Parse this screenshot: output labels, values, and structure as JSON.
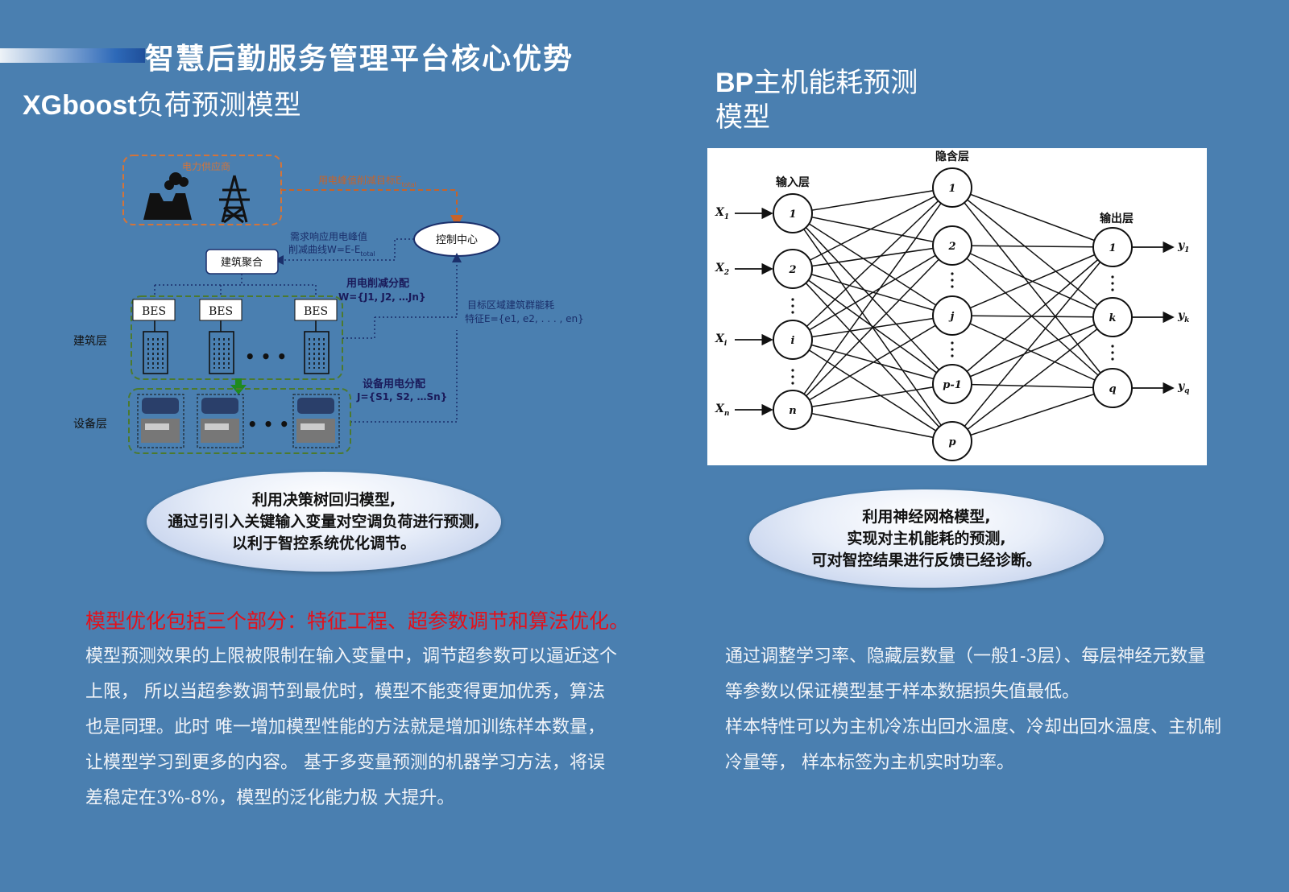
{
  "page": {
    "main_title": "智慧后勤服务管理平台核心优势",
    "colors": {
      "background": "#4a7fb0",
      "highlight_text": "#e3111b",
      "dashed_orange": "#d3743a",
      "dashed_green": "#4c7a2e"
    }
  },
  "left": {
    "title_latin": "XGboost",
    "title_cn": "负荷预测模型",
    "diagram": {
      "supplier_label": "电力供应商",
      "peak_target_label": "用电峰值削减目标E",
      "peak_target_sub": "total",
      "control_center": "控制中心",
      "demand_line1": "需求响应用电峰值",
      "demand_line2": "削减曲线W=E-E",
      "demand_sub": "total",
      "building_agg": "建筑聚合",
      "alloc_title": "用电削减分配",
      "alloc_formula": "W={J1, J2, …Jn}",
      "bes_label": "BES",
      "building_layer": "建筑层",
      "device_layer": "设备层",
      "energy_line1": "目标区域建筑群能耗",
      "energy_line2": "特征E={e1, e2, . . . , en}",
      "device_alloc_title": "设备用电分配",
      "device_alloc_formula": "J={S1, S2, …Sn}",
      "dots": "• • •",
      "icons": [
        "power-plant-icon",
        "transmission-tower-icon",
        "building-icon",
        "chiller-unit-icon"
      ]
    },
    "bubble": [
      "利用决策树回归模型,",
      "通过引引入关键输入变量对空调负荷进行预测,",
      "以利于智控系统优化调节。"
    ],
    "highlight": "模型优化包括三个部分：特征工程、超参数调节和算法优化。",
    "paragraph": [
      "模型预测效果的上限被限制在输入变量中，调节超参数可以逼近这个",
      "上限，   所以当超参数调节到最优时，模型不能变得更加优秀，算法",
      "也是同理。此时 唯一增加模型性能的方法就是增加训练样本数量，",
      "让模型学习到更多的内容。 基于多变量预测的机器学习方法，将误",
      "差稳定在3%-8%，模型的泛化能力极 大提升。"
    ]
  },
  "right": {
    "title_latin": "BP",
    "title_cn_line1": "主机能耗预测",
    "title_cn_line2": "模型",
    "network": {
      "input_layer": "输入层",
      "hidden_layer": "隐含层",
      "output_layer": "输出层",
      "inputs": [
        {
          "x": "X",
          "sub": "1",
          "node": "1"
        },
        {
          "x": "X",
          "sub": "2",
          "node": "2"
        },
        {
          "x": "X",
          "sub": "i",
          "node": "i"
        },
        {
          "x": "X",
          "sub": "n",
          "node": "n"
        }
      ],
      "hidden": [
        "1",
        "2",
        "j",
        "p-1",
        "p"
      ],
      "outputs": [
        {
          "node": "1",
          "y": "y",
          "sub": "1"
        },
        {
          "node": "k",
          "y": "y",
          "sub": "k"
        },
        {
          "node": "q",
          "y": "y",
          "sub": "q"
        }
      ]
    },
    "bubble": [
      "利用神经网格模型,",
      "实现对主机能耗的预测,",
      "可对智控结果进行反馈已经诊断。"
    ],
    "paragraph": [
      "通过调整学习率、隐藏层数量（一般1-3层）、每层神经元数量",
      "等参数以保证模型基于样本数据损失值最低。",
      "样本特性可以为主机冷冻出回水温度、冷却出回水温度、主机制",
      "冷量等，  样本标签为主机实时功率。"
    ]
  }
}
